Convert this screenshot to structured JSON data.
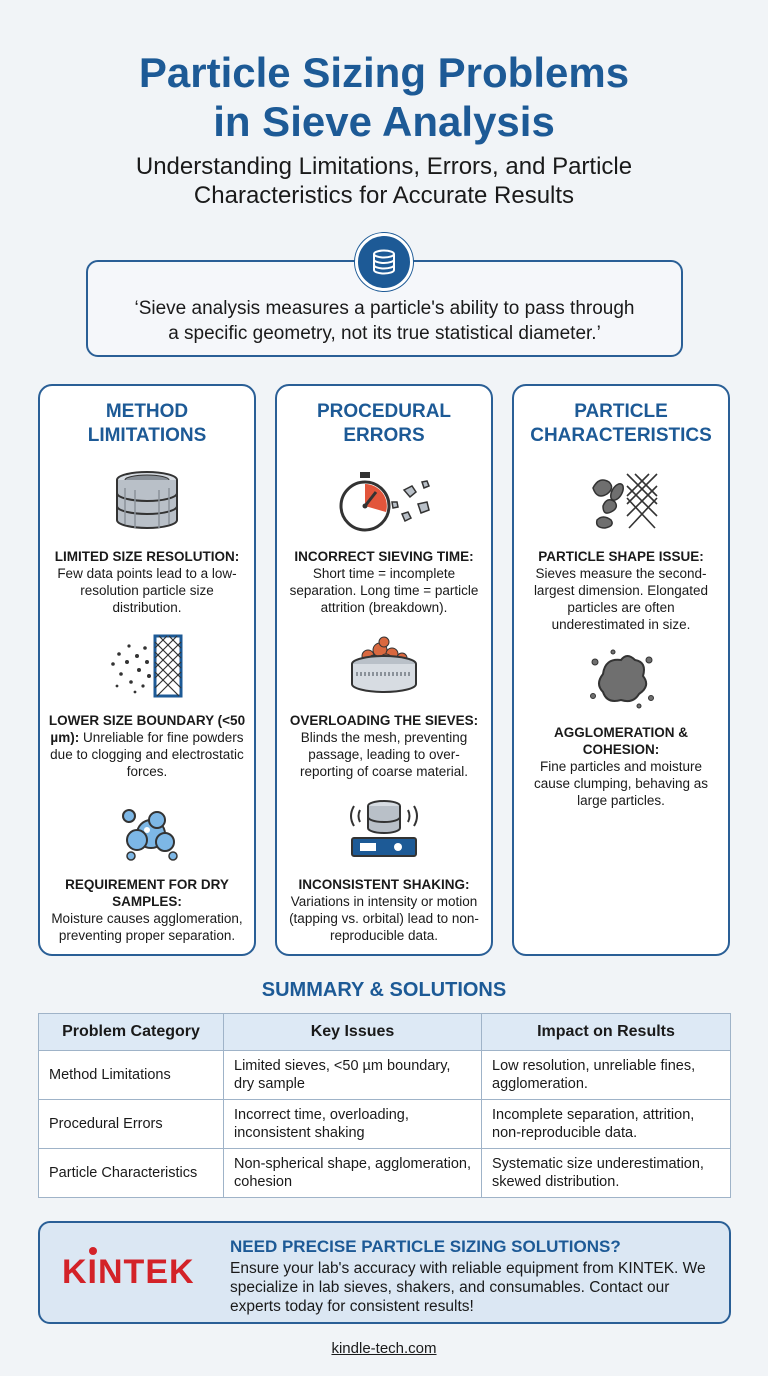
{
  "header": {
    "title_line1": "Particle Sizing Problems",
    "title_line2": "in Sieve Analysis",
    "subtitle_line1": "Understanding Limitations, Errors, and Particle",
    "subtitle_line2": "Characteristics for Accurate Results"
  },
  "quote": {
    "icon": "sieve-stack-icon",
    "line1": "‘Sieve analysis measures a particle's ability to pass through",
    "line2": "a specific geometry, not its true statistical diameter.’"
  },
  "columns": [
    {
      "title_line1": "METHOD",
      "title_line2": "LIMITATIONS",
      "items": [
        {
          "icon": "sieve-icon",
          "heading": "LIMITED SIZE RESOLUTION:",
          "body": "Few data points lead to a low-resolution particle size distribution."
        },
        {
          "icon": "mesh-particles-icon",
          "heading": "LOWER SIZE BOUNDARY (<50 µm):",
          "body": "Unreliable for fine powders due to clogging and electrostatic forces."
        },
        {
          "icon": "water-drops-icon",
          "heading": "REQUIREMENT FOR DRY SAMPLES:",
          "body": "Moisture causes agglomeration, preventing proper separation."
        }
      ]
    },
    {
      "title_line1": "PROCEDURAL",
      "title_line2": "ERRORS",
      "items": [
        {
          "icon": "stopwatch-icon",
          "heading": "INCORRECT SIEVING TIME:",
          "body": "Short time = incomplete separation. Long time = particle attrition (breakdown)."
        },
        {
          "icon": "overloaded-sieve-icon",
          "heading": "OVERLOADING THE SIEVES:",
          "body": "Blinds the mesh, preventing passage, leading to over-reporting of coarse material."
        },
        {
          "icon": "shaker-icon",
          "heading": "INCONSISTENT SHAKING:",
          "body": "Variations in intensity or motion (tapping vs. orbital) lead to non-reproducible data."
        }
      ]
    },
    {
      "title_line1": "PARTICLE",
      "title_line2": "CHARACTERISTICS",
      "items": [
        {
          "icon": "elongated-particles-icon",
          "heading": "PARTICLE SHAPE ISSUE:",
          "body": "Sieves measure the second-largest dimension. Elongated particles are often underestimated in size."
        },
        {
          "icon": "agglomerate-icon",
          "heading": "AGGLOMERATION & COHESION:",
          "body": "Fine particles and moisture cause clumping, behaving as large particles."
        }
      ]
    }
  ],
  "summary": {
    "title": "SUMMARY & SOLUTIONS",
    "headers": [
      "Problem Category",
      "Key Issues",
      "Impact on Results"
    ],
    "rows": [
      [
        "Method Limitations",
        "Limited sieves, <50 µm boundary, dry sample",
        "Low resolution, unreliable fines, agglomeration."
      ],
      [
        "Procedural Errors",
        "Incorrect time, overloading, inconsistent shaking",
        "Incomplete separation, attrition, non-reproducible data."
      ],
      [
        "Particle Characteristics",
        "Non-spherical shape, agglomeration, cohesion",
        "Systematic size underestimation, skewed distribution."
      ]
    ]
  },
  "cta": {
    "logo": "KINTEK",
    "heading": "NEED PRECISE PARTICLE SIZING SOLUTIONS?",
    "body": "Ensure your lab's accuracy with reliable equipment from KINTEK. We specialize in lab sieves, shakers, and consumables. Contact our experts today for consistent results!"
  },
  "footer": {
    "link": "kindle-tech.com"
  },
  "colors": {
    "accent": "#1d5a96",
    "brand_red": "#d32228"
  }
}
